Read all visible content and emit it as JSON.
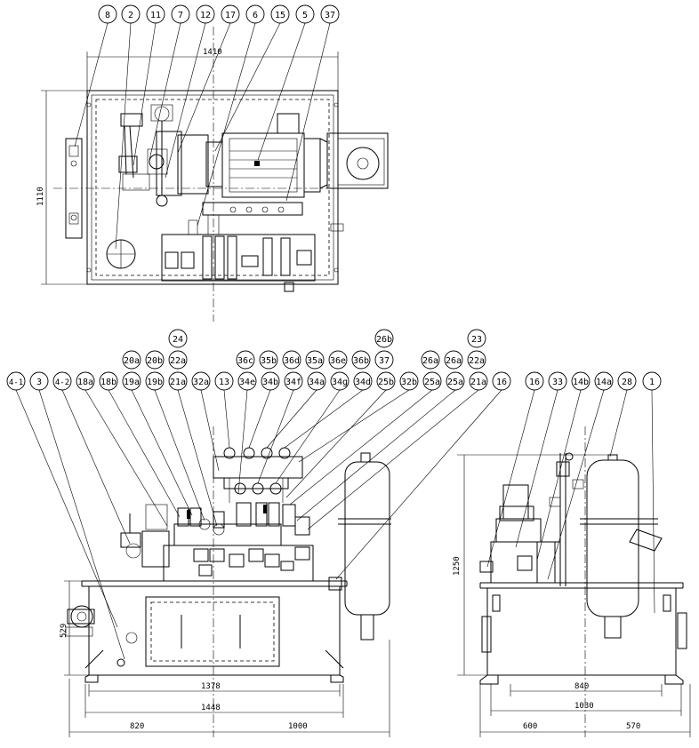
{
  "balloons_top": [
    "8",
    "2",
    "11",
    "7",
    "12",
    "17",
    "6",
    "15",
    "5",
    "37"
  ],
  "balloons_front_row3": [
    "4-1",
    "3",
    "4-2",
    "18a",
    "18b",
    "19a",
    "19b",
    "21a",
    "32a",
    "13",
    "34e",
    "34b",
    "34f",
    "34a",
    "34g",
    "34d",
    "25b",
    "32b",
    "25a",
    "25a",
    "21a",
    "16"
  ],
  "balloons_front_row2": [
    "20a",
    "20b",
    "22a",
    "36c",
    "35b",
    "36d",
    "35a",
    "36e",
    "36b",
    "37",
    "26a",
    "26a",
    "22a"
  ],
  "balloons_front_row1": [
    "24",
    "26b",
    "23"
  ],
  "balloons_side": [
    "16",
    "33",
    "14b",
    "14a",
    "28",
    "1"
  ],
  "dimensions": {
    "top_width": "1410",
    "top_height": "1110",
    "front_height": "529",
    "front_d1": "1378",
    "front_d2": "1448",
    "front_left": "820",
    "front_right": "1000",
    "side_height": "1250",
    "side_d1": "840",
    "side_d2": "1030",
    "side_left": "600",
    "side_right": "570"
  }
}
